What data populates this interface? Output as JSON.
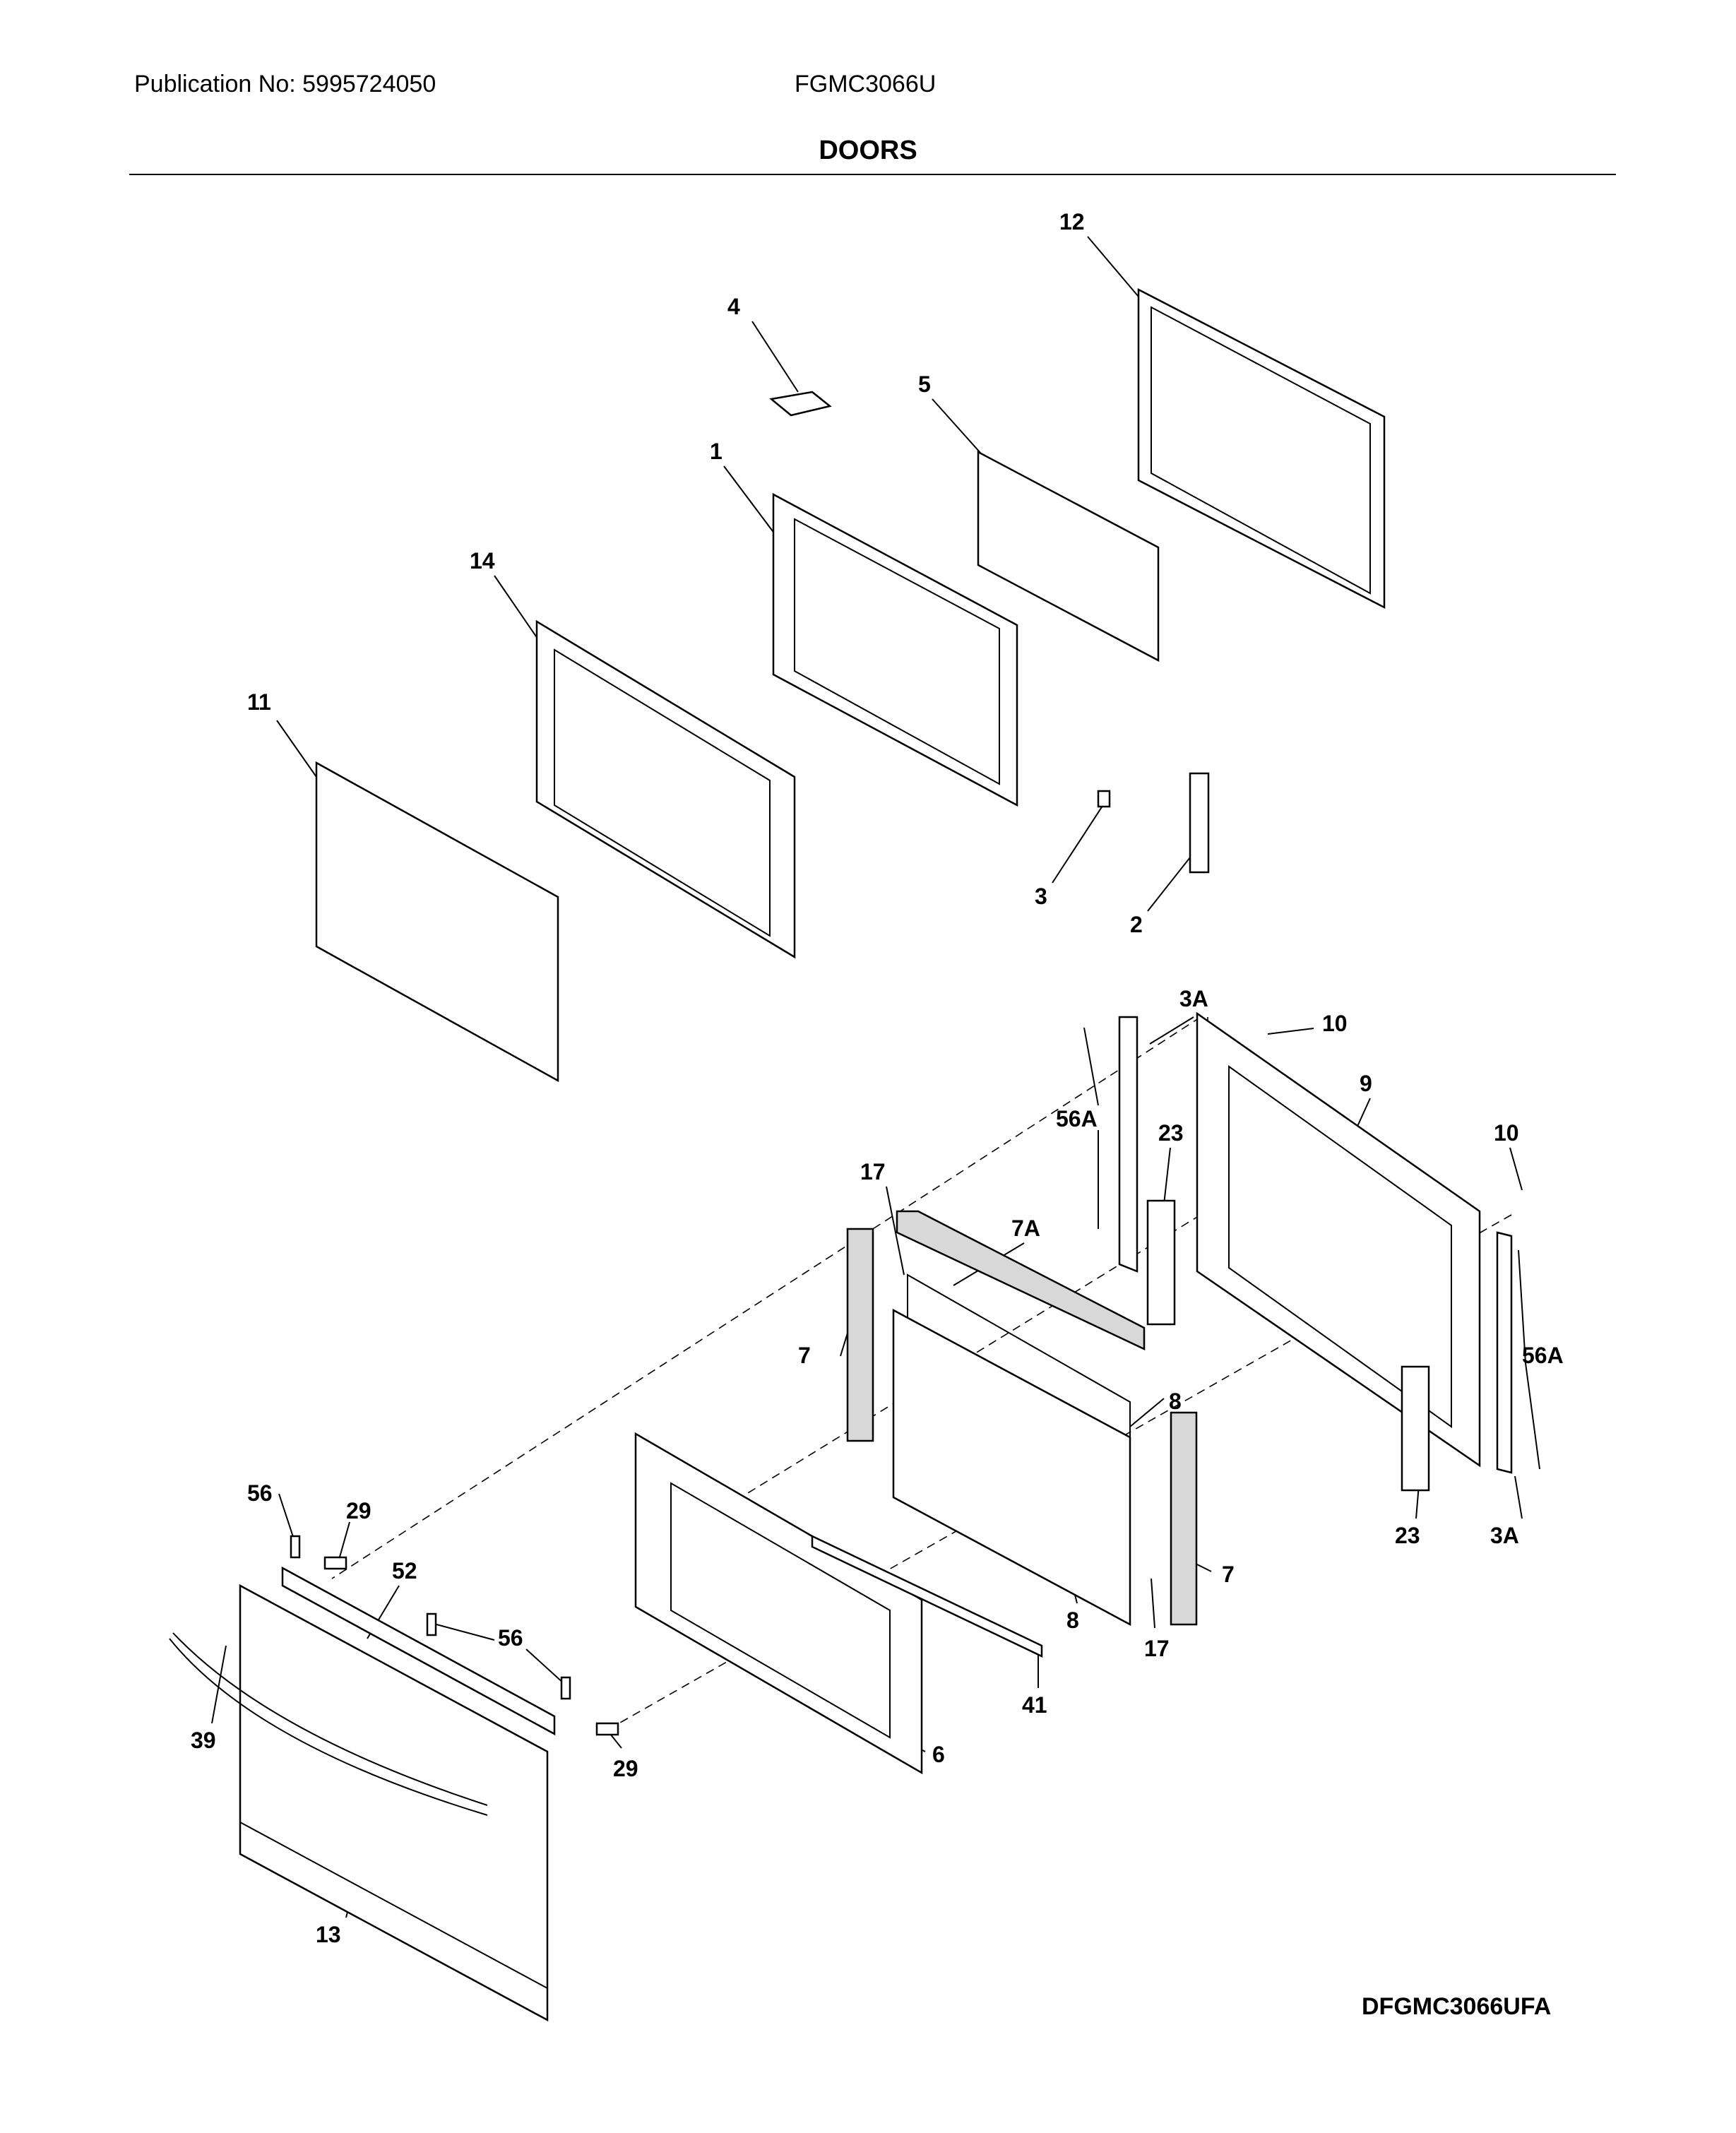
{
  "header": {
    "publication": "Publication No: 5995724050",
    "model": "FGMC3066U",
    "title": "DOORS"
  },
  "footer": {
    "diagram_code": "DFGMC3066UFA"
  },
  "labels": [
    {
      "id": "12"
    },
    {
      "id": "4"
    },
    {
      "id": "5"
    },
    {
      "id": "1"
    },
    {
      "id": "14"
    },
    {
      "id": "11"
    },
    {
      "id": "3"
    },
    {
      "id": "2"
    },
    {
      "id": "3A"
    },
    {
      "id": "10"
    },
    {
      "id": "9"
    },
    {
      "id": "56A"
    },
    {
      "id": "23"
    },
    {
      "id": "10"
    },
    {
      "id": "17"
    },
    {
      "id": "7A"
    },
    {
      "id": "7"
    },
    {
      "id": "8"
    },
    {
      "id": "56A"
    },
    {
      "id": "56"
    },
    {
      "id": "29"
    },
    {
      "id": "52"
    },
    {
      "id": "56"
    },
    {
      "id": "23"
    },
    {
      "id": "3A"
    },
    {
      "id": "7"
    },
    {
      "id": "39"
    },
    {
      "id": "8"
    },
    {
      "id": "17"
    },
    {
      "id": "41"
    },
    {
      "id": "29"
    },
    {
      "id": "6"
    },
    {
      "id": "13"
    }
  ]
}
